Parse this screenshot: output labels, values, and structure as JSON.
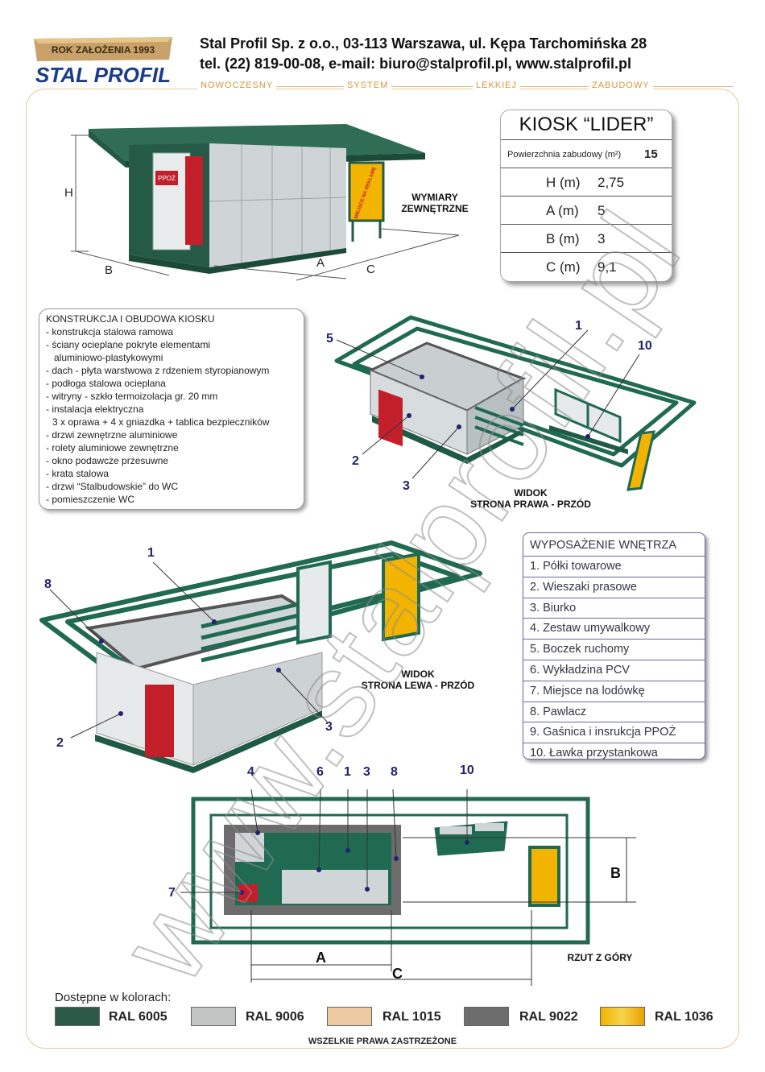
{
  "header": {
    "logo_year": "ROK ZAŁOŻENIA 1993",
    "logo_name": "STAL PROFIL",
    "company": "Stal Profil Sp. z o.o., 03-113 Warszawa, ul. Kępa Tarchomińska 28",
    "contact": "tel. (22) 819-00-08,   e-mail: biuro@stalprofil.pl,   www.stalprofil.pl",
    "tagline": [
      "NOWOCZESNY",
      "SYSTEM",
      "LEKKIEJ",
      "ZABUDOWY"
    ]
  },
  "spec": {
    "title": "KIOSK “LIDER”",
    "area_label": "Powierzchnia zabudowy (m²)",
    "area_value": "15",
    "rows": [
      {
        "label": "H (m)",
        "value": "2,75"
      },
      {
        "label": "A (m)",
        "value": "5"
      },
      {
        "label": "B (m)",
        "value": "3"
      },
      {
        "label": "C (m)",
        "value": "9,1"
      }
    ]
  },
  "views": {
    "external_title": "WYMIARY\nZEWNĘTRZNE",
    "right_front": "WIDOK\nSTRONA PRAWA - PRZÓD",
    "left_front": "WIDOK\nSTRONA LEWA - PRZÓD",
    "top": "RZUT Z GÓRY"
  },
  "dims": {
    "H": "H",
    "A": "A",
    "B": "B",
    "C": "C"
  },
  "kiosk_signs": {
    "ad_board": "MIEJSCE NA REKLAMĘ",
    "ppoz": "PPOŻ"
  },
  "construction": {
    "title": "KONSTRUKCJA I OBUDOWA KIOSKU",
    "items": [
      "- konstrukcja stalowa ramowa",
      "- ściany ocieplane pokryte elementami",
      "   aluminiowo-plastykowymi",
      "- dach - płyta warstwowa z rdzeniem styropianowym",
      "- podłoga stalowa ocieplana",
      "- witryny - szkło termoizolacja gr. 20 mm",
      "- instalacja elektryczna",
      "  3 x oprawa + 4 x gniazdka + tablica bezpieczników",
      "- drzwi zewnętrzne aluminiowe",
      "- rolety aluminiowe zewnętrzne",
      "- okno podawcze przesuwne",
      "- krata stalowa",
      "- drzwi “Stalbudowskie” do WC",
      "- pomieszczenie WC"
    ]
  },
  "equipment": {
    "title": "WYPOSAŻENIE WNĘTRZA",
    "items": [
      " 1.  Półki towarowe",
      "  2.  Wieszaki prasowe",
      "  3.  Biurko",
      "  4.  Zestaw umywalkowy",
      "  5.  Boczek ruchomy",
      "  6.  Wykładzina PCV",
      "  7.  Miejsce na lodówkę",
      "  8.  Pawlacz",
      "  9.  Gaśnica i insrukcja PPOŻ",
      "10.  Ławka przystankowa"
    ]
  },
  "callouts": {
    "right": [
      "5",
      "1",
      "10",
      "2",
      "3"
    ],
    "left": [
      "1",
      "8",
      "2",
      "3"
    ],
    "top": [
      "4",
      "6",
      "1",
      "3",
      "8",
      "10",
      "7"
    ]
  },
  "colors": {
    "title": "Dostępne w kolorach:",
    "items": [
      {
        "name": "RAL 6005",
        "hex": "#2d5a48"
      },
      {
        "name": "RAL 9006",
        "hex": "#c3c5c4"
      },
      {
        "name": "RAL 1015",
        "hex": "#ecc9a0"
      },
      {
        "name": "RAL 9022",
        "hex": "#6c6c6c"
      },
      {
        "name": "RAL 1036",
        "hex": "#f2b400"
      }
    ]
  },
  "watermark": "www.stalprofil.pl",
  "footer": "WSZELKIE PRAWA ZASTRZEŻONE",
  "accent": "#1f5a45"
}
